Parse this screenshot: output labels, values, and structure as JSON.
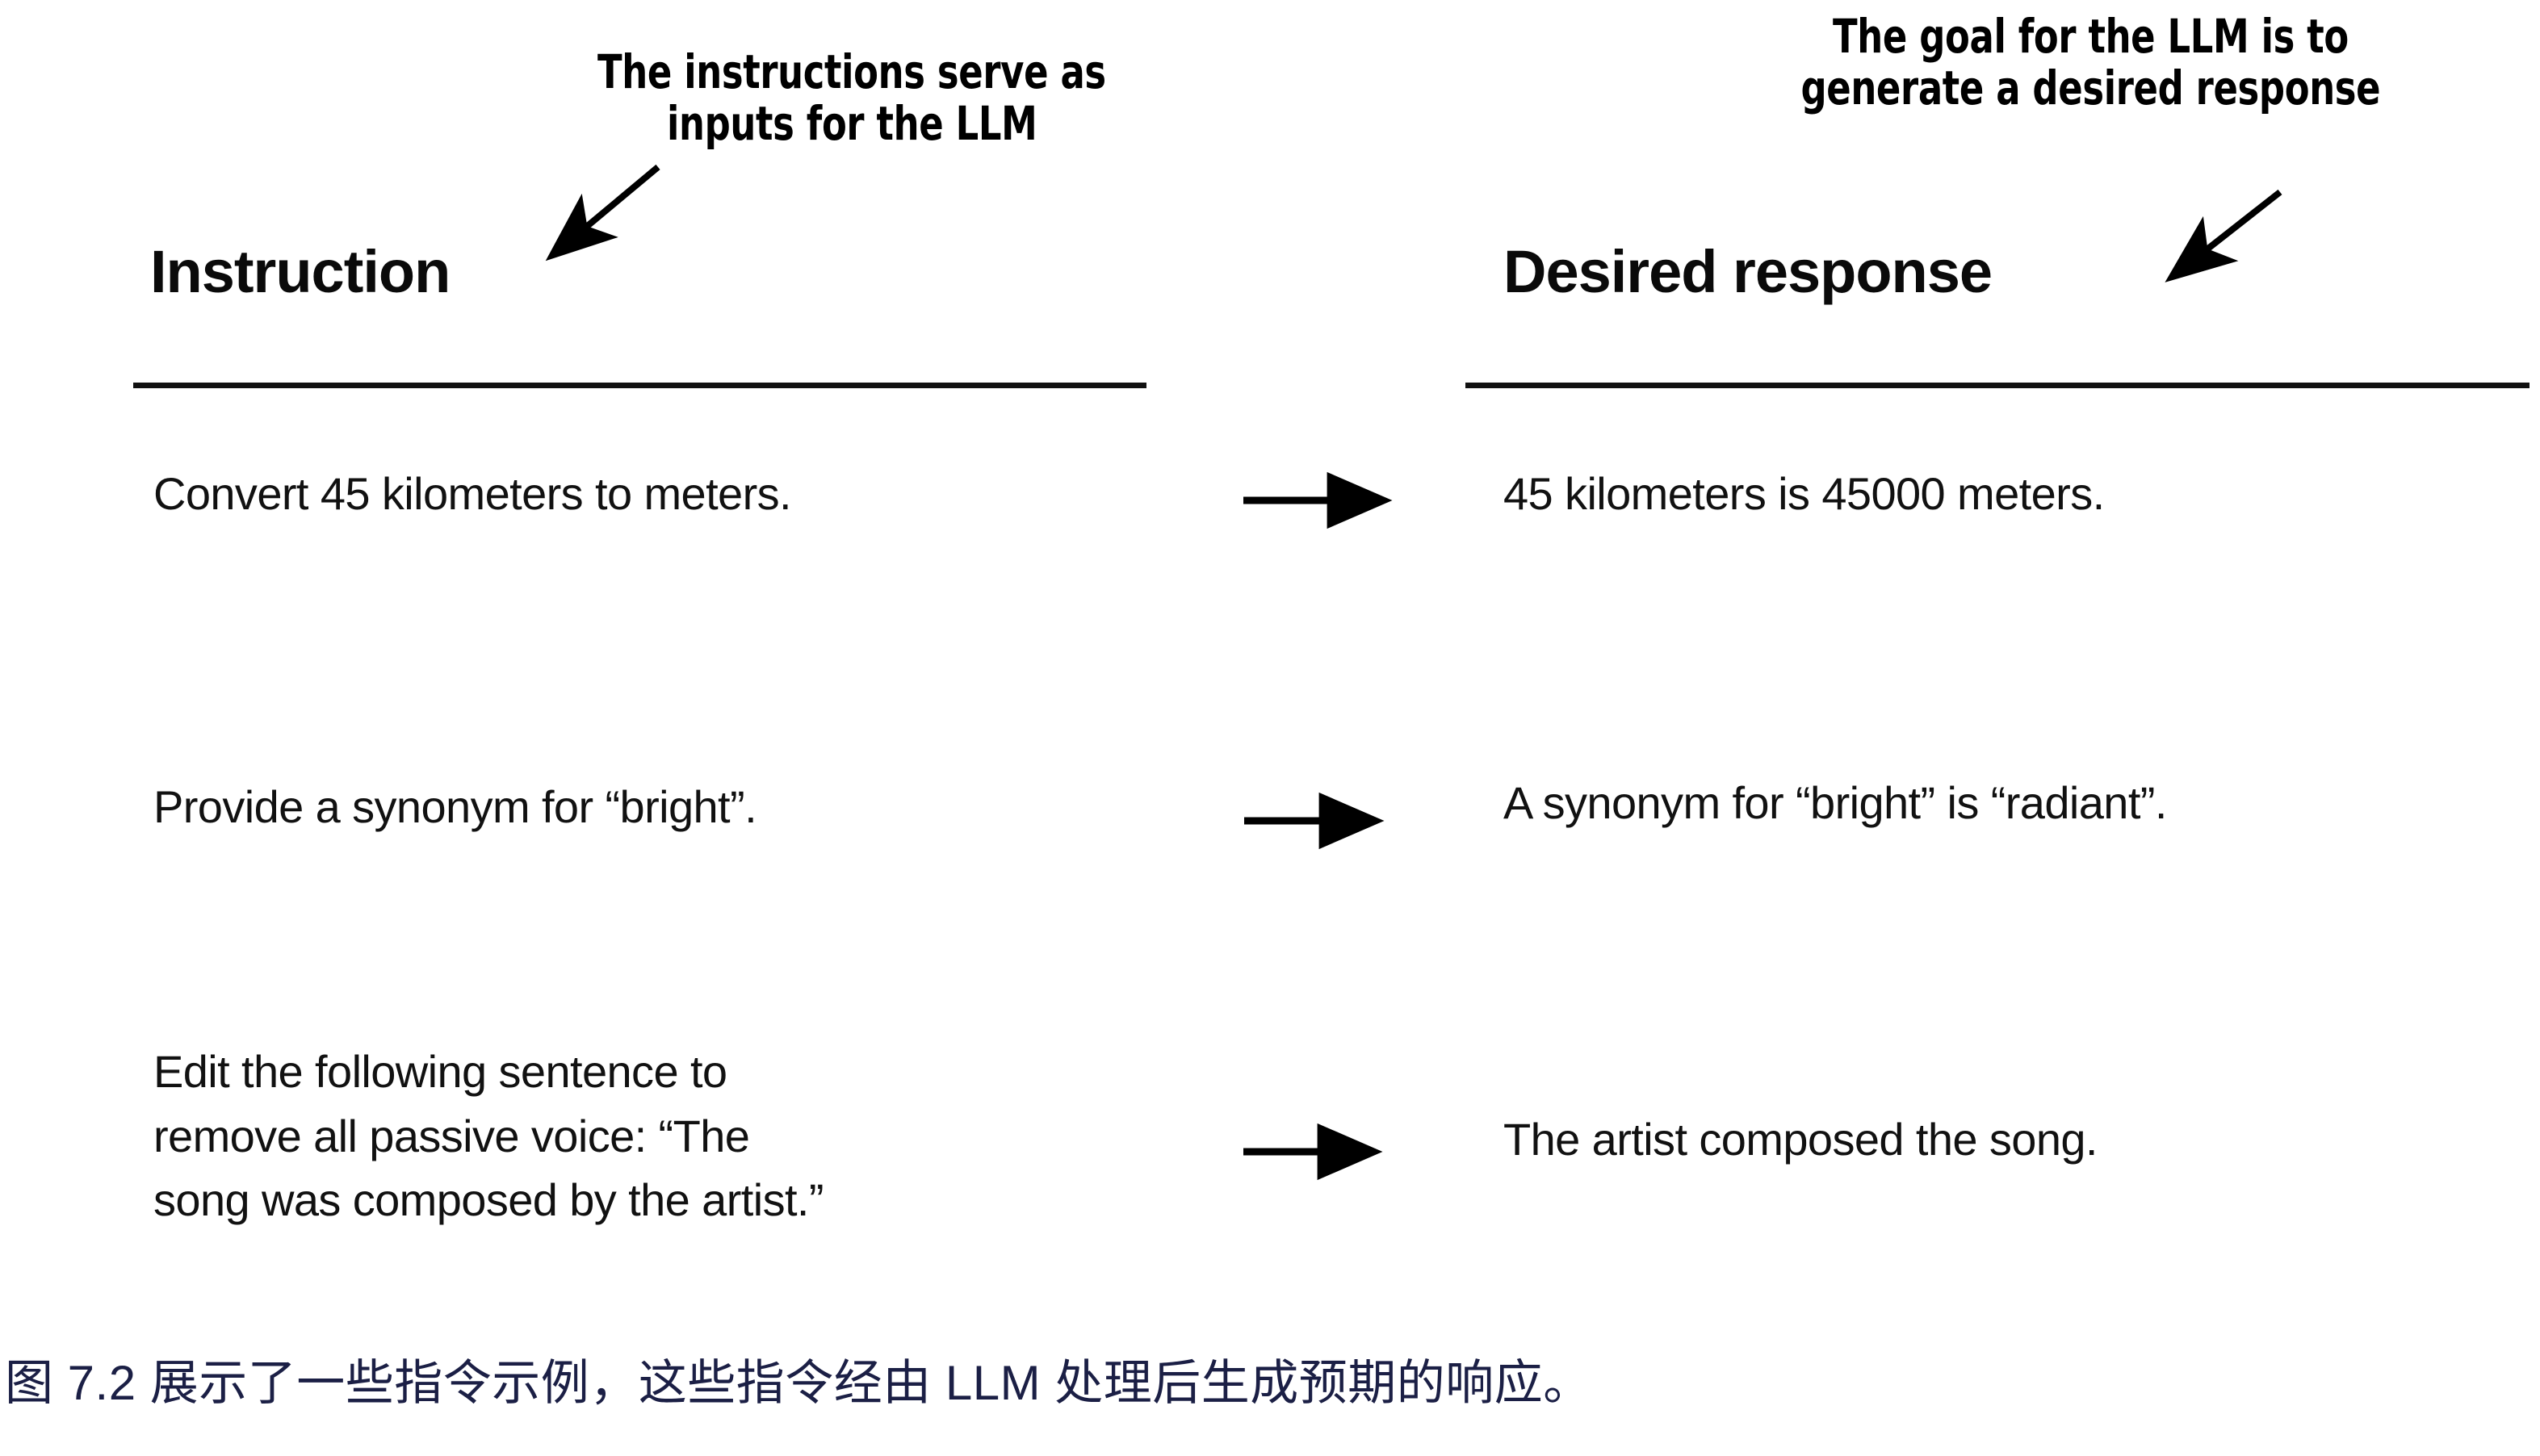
{
  "figure": {
    "background_color": "#ffffff",
    "ink_color": "#000000",
    "caption_color": "#1b1f45"
  },
  "annotations": {
    "left": {
      "name": "instruction-callout",
      "line1": "The instructions serve as",
      "line2": "inputs for the LLM"
    },
    "right": {
      "name": "response-callout",
      "line1": "The goal for the LLM is to",
      "line2": "generate a desired response"
    }
  },
  "columns": {
    "left_header": "Instruction",
    "right_header": "Desired response"
  },
  "rows": [
    {
      "instruction_lines": [
        "Convert 45 kilometers to meters."
      ],
      "response_lines": [
        "45 kilometers is 45000 meters."
      ],
      "arrow": "right-arrow"
    },
    {
      "instruction_lines": [
        "Provide a synonym for “bright”."
      ],
      "response_lines": [
        "A synonym for “bright” is “radiant”."
      ],
      "arrow": "right-arrow"
    },
    {
      "instruction_lines": [
        "Edit the following sentence to",
        "remove all passive voice: “The",
        "song was composed by the artist.”"
      ],
      "response_lines": [
        "The artist composed the song."
      ],
      "arrow": "right-arrow"
    }
  ],
  "caption": {
    "text": "图 7.2 展示了一些指令示例，这些指令经由 LLM 处理后生成预期的响应。"
  }
}
